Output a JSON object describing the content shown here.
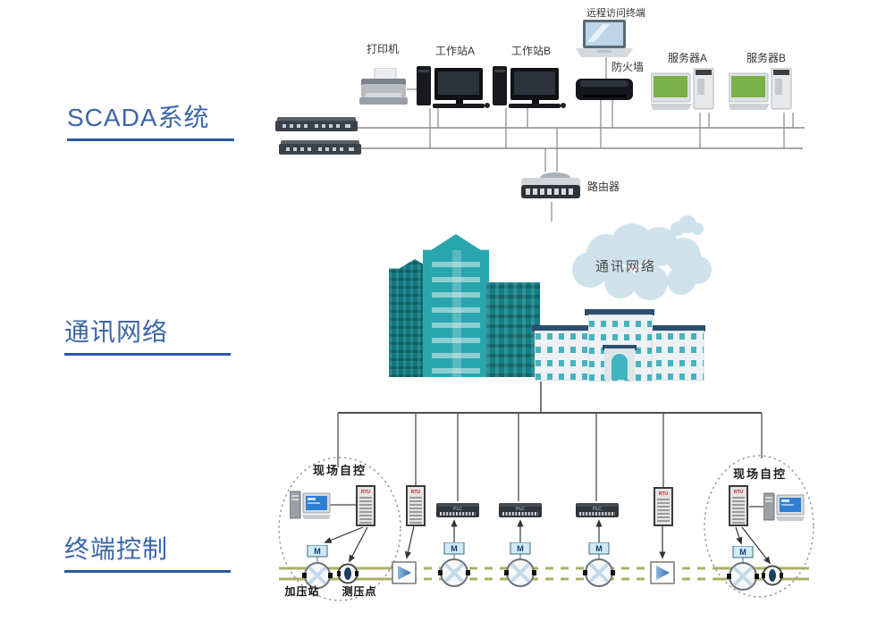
{
  "sections": {
    "scada": "SCADA系统",
    "network": "通讯网络",
    "terminal": "终端控制"
  },
  "scada_layer": {
    "printer": "打印机",
    "workstation_a": "工作站A",
    "workstation_b": "工作站B",
    "remote_terminal": "远程访问终端",
    "firewall": "防火墙",
    "server_a": "服务器A",
    "server_b": "服务器B",
    "router": "路由器"
  },
  "network_layer": {
    "cloud": "通讯网络"
  },
  "terminal_layer": {
    "field_control_left": "现场自控",
    "field_control_right": "现场自控",
    "pressure_station": "加压站",
    "pressure_point": "测压点",
    "rtu": "RTU",
    "plc": "PLC",
    "motor": "M"
  },
  "colors": {
    "section_label": "#3a66a8",
    "section_underline": "#2a5aa0",
    "cloud": "#cfe2ec",
    "building_teal_dark": "#10787e",
    "building_teal_mid": "#29a6ad",
    "building_teal_deep": "#137f86",
    "building_white": "#edf1f3",
    "building_roof": "#2d4e6f",
    "pipeline": "#aeb15f",
    "line_gray": "#8f8f8f",
    "bus_dark": "#4d4d4d",
    "rtu_text": "#c22222",
    "server_screen": "#7cb148"
  }
}
